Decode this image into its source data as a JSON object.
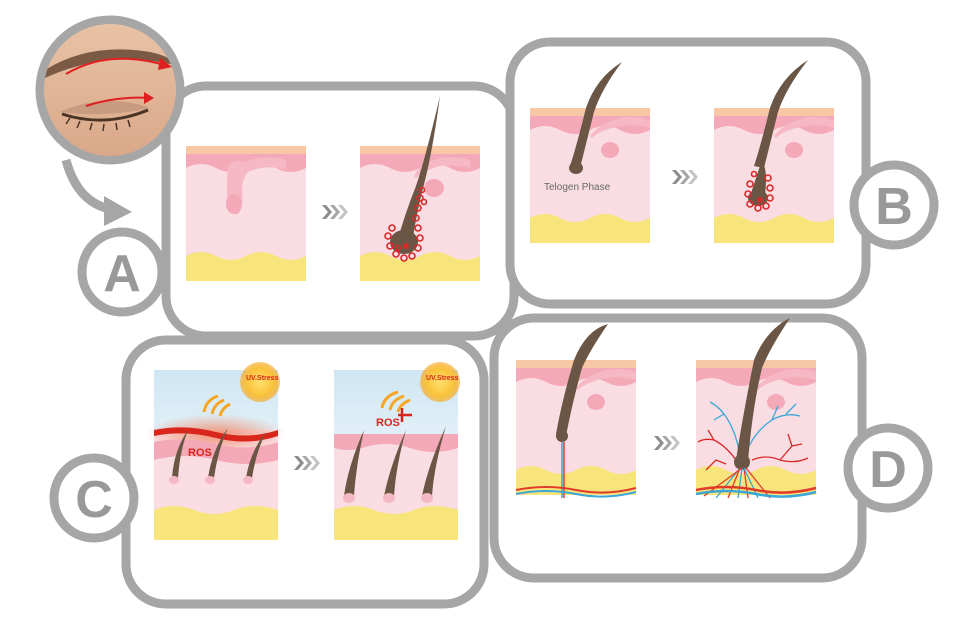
{
  "panels": {
    "a": {
      "letter": "A"
    },
    "b": {
      "letter": "B",
      "phase_label": "Telogen Phase"
    },
    "c": {
      "letter": "C",
      "uv_label_1": "UV.Stress",
      "uv_label_2": "UV.Stress",
      "ros_label_1": "ROS",
      "ros_label_2": "ROS"
    },
    "d": {
      "letter": "D"
    }
  },
  "colors": {
    "frame": "#a6a6a6",
    "skin_top": "#f7c7a6",
    "skin_pink": "#f4a9b8",
    "dermis": "#fadde2",
    "fat": "#f7e47a",
    "hair": "#6b5645",
    "follicle_red": "#d92a2a",
    "artery": "#e03a2a",
    "vein": "#3aa6d9",
    "sun": "#f9c23a"
  },
  "icons": [
    "eye-photo",
    "curved-arrow-icon",
    "chevron-arrow-icon",
    "sun-icon"
  ]
}
